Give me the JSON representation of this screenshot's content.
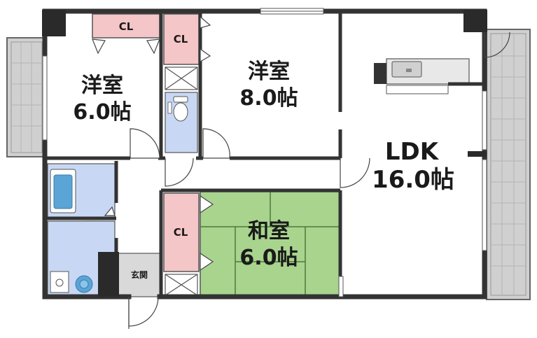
{
  "rooms": {
    "western_room_1": {
      "name": "洋室",
      "size": "6.0帖"
    },
    "western_room_2": {
      "name": "洋室",
      "size": "8.0帖"
    },
    "ldk": {
      "name": "LDK",
      "size": "16.0帖"
    },
    "japanese_room": {
      "name": "和室",
      "size": "6.0帖"
    }
  },
  "closets": {
    "top_label": "CL",
    "middle_label": "CL",
    "japanese_label": "CL"
  },
  "entrance": {
    "label": "玄関"
  },
  "colors": {
    "wall": "#333333",
    "closet_fill": "#f4c6c8",
    "wet_area_fill": "#c8d8f4",
    "tatami_fill": "#a8d48e",
    "balcony_fill": "#c9c9c9",
    "entrance_fill": "#d9d9d9"
  }
}
